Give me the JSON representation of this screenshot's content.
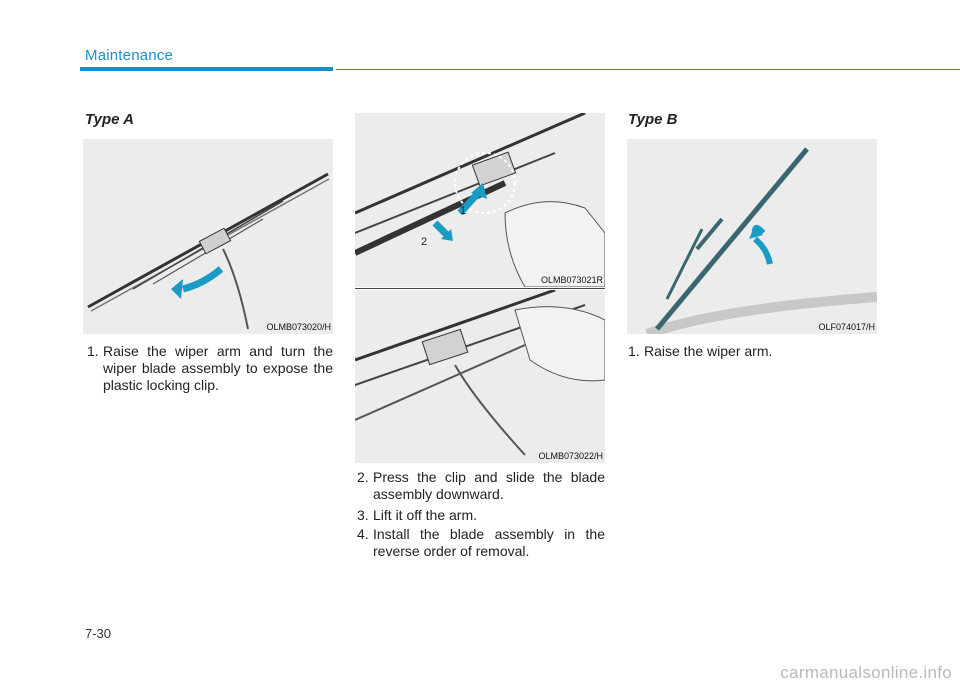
{
  "header": {
    "section_title": "Maintenance"
  },
  "type_a": {
    "heading": "Type A",
    "figure1_code": "OLMB073020/H",
    "figure2_code": "OLMB073021R",
    "figure3_code": "OLMB073022/H",
    "callout_1": "1",
    "callout_2": "2",
    "steps": [
      {
        "num": "1.",
        "text": "Raise the wiper arm and turn the wiper blade assembly to expose the plastic locking clip."
      },
      {
        "num": "2.",
        "text": "Press the clip and slide the blade assembly downward."
      },
      {
        "num": "3.",
        "text": "Lift it off the arm."
      },
      {
        "num": "4.",
        "text": "Install the blade assembly in the reverse order of removal."
      }
    ]
  },
  "type_b": {
    "heading": "Type B",
    "figure_code": "OLF074017/H",
    "steps": [
      {
        "num": "1.",
        "text": "Raise the wiper arm."
      }
    ]
  },
  "footer": {
    "page_number": "7-30",
    "watermark": "carmanualsonline.info"
  },
  "colors": {
    "accent": "#1a8fc9",
    "arrow": "#1a9bc4"
  }
}
